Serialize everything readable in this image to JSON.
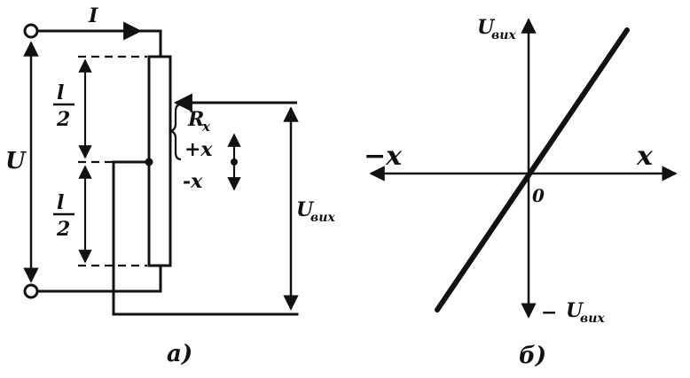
{
  "circuit": {
    "current": "I",
    "voltage": "U",
    "half_length_top_num": "l",
    "half_length_top_den": "2",
    "half_length_bottom_num": "l",
    "half_length_bottom_den": "2",
    "resistance_main": "R",
    "resistance_sub": "x",
    "plus_x": "+x",
    "minus_x": "-x",
    "output_main": "U",
    "output_sub": "вих",
    "caption": "а)"
  },
  "characteristic": {
    "y_axis_main": "U",
    "y_axis_sub": "вих",
    "y_neg_prefix": "−",
    "y_neg_main": "U",
    "y_neg_sub": "вих",
    "x_pos": "x",
    "x_neg": "−x",
    "origin": "0",
    "caption": "б)"
  }
}
